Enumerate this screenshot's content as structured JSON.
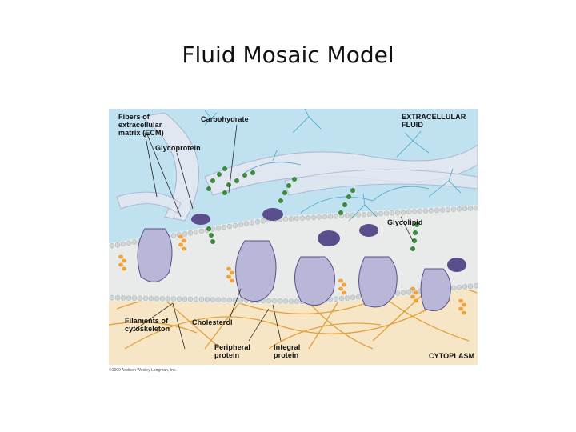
{
  "slide": {
    "title": "Fluid Mosaic Model"
  },
  "figure": {
    "labels": {
      "fibers_ecm": "Fibers of\nextracellular\nmatrix (ECM)",
      "carbohydrate": "Carbohydrate",
      "extracellular_fluid": "EXTRACELLULAR\nFLUID",
      "glycoprotein": "Glycoprotein",
      "glycolipid": "Glycolipid",
      "filaments": "Filaments of\ncytoskeleton",
      "cholesterol": "Cholesterol",
      "peripheral_protein": "Peripheral\nprotein",
      "integral_protein": "Integral\nprotein",
      "cytoplasm": "CYTOPLASM"
    },
    "credit": "©1999 Addison Wesley Longman, Inc."
  },
  "colors": {
    "fluid": "#bfe1f0",
    "cytoplasm": "#f6e6c6",
    "membrane": "#e8ebea",
    "head": "#cfd4d4",
    "protein": "#b9b7d8",
    "protein_dark": "#5a4f8c",
    "chain": "#3b8a3a",
    "filament": "#e3a03d",
    "ecm": "#e4e8f2",
    "cholesterol": "#f2a33a"
  }
}
